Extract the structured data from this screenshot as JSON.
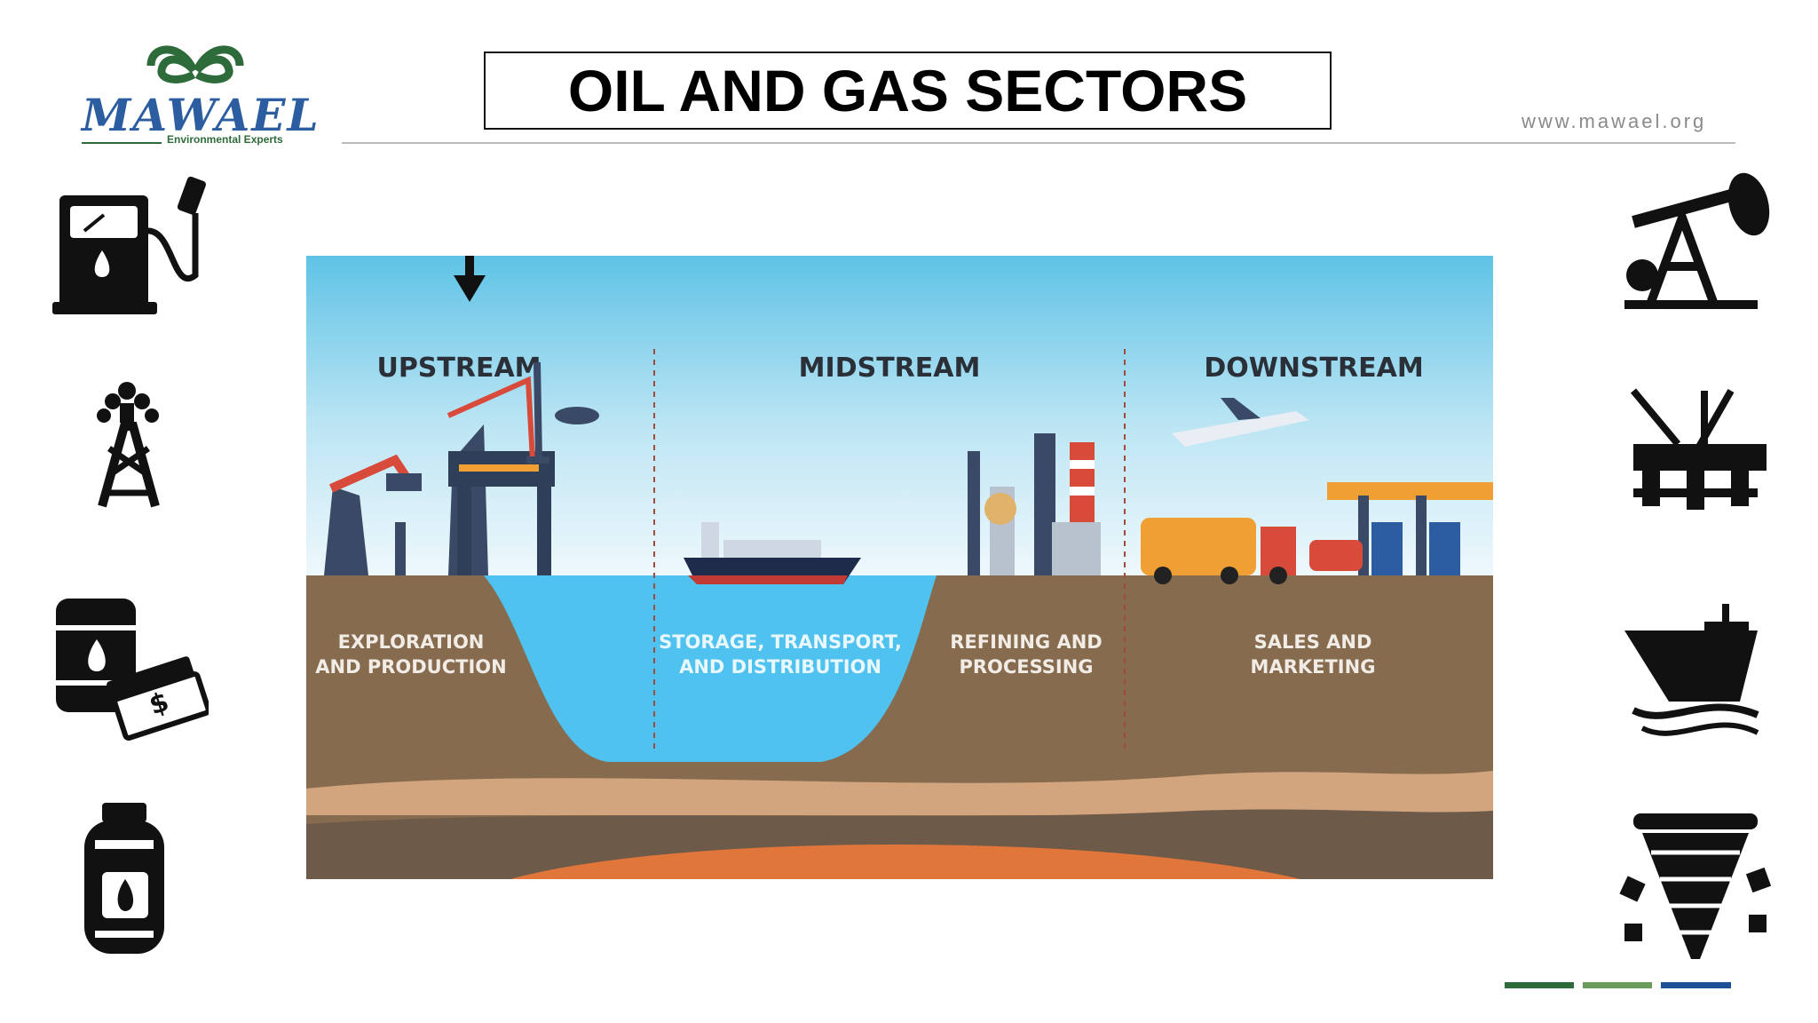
{
  "logo": {
    "name": "MAWAEL",
    "tagline": "Environmental Experts"
  },
  "title": "OIL AND GAS SECTORS",
  "url": "www.mawael.org",
  "colors": {
    "sky_top": "#5fc3e6",
    "sky_bottom": "#e9f6fb",
    "ground": "#876b4f",
    "water": "#4fc2ef",
    "stripe_dark": "#2e6b3a",
    "stripe_light": "#6a9a5c",
    "stripe_blue": "#1f4f96"
  },
  "sectors": [
    {
      "heading": "UPSTREAM",
      "line1": "EXPLORATION",
      "line2": "AND PRODUCTION"
    },
    {
      "heading": "MIDSTREAM",
      "line1": "STORAGE, TRANSPORT,",
      "line2": "AND DISTRIBUTION"
    },
    {
      "heading": "",
      "line1": "REFINING AND",
      "line2": "PROCESSING"
    },
    {
      "heading": "DOWNSTREAM",
      "line1": "SALES AND",
      "line2": "MARKETING"
    }
  ],
  "icons_left": [
    "fuel-pump-icon",
    "oil-derrick-gushing-icon",
    "oil-barrel-money-icon",
    "gas-cylinder-icon"
  ],
  "icons_right": [
    "pumpjack-icon",
    "offshore-platform-icon",
    "tanker-ship-icon",
    "drill-bit-icon"
  ]
}
